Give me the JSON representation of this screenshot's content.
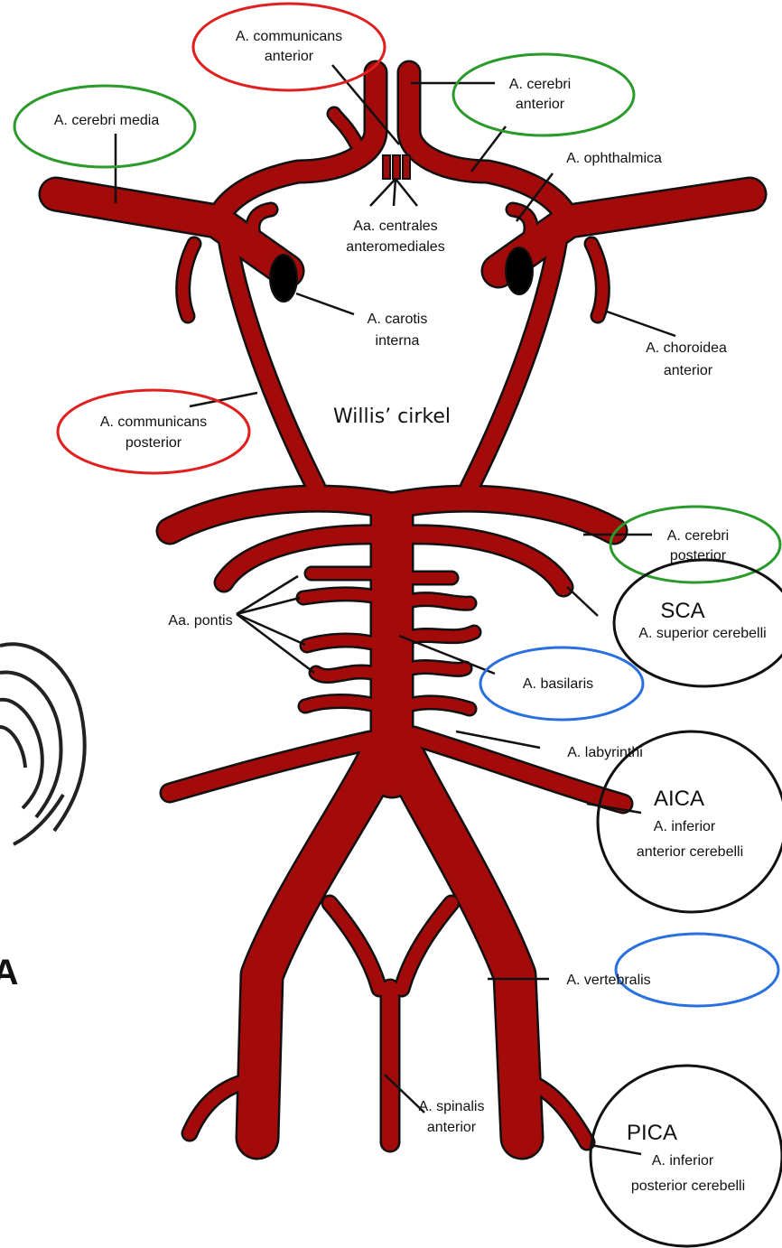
{
  "diagram": {
    "title": "Willis’ cirkel",
    "labels": {
      "comm_ant_1": "A. communicans",
      "comm_ant_2": "anterior",
      "cer_ant_1": "A. cerebri",
      "cer_ant_2": "anterior",
      "cer_media": "A. cerebri media",
      "ophthalmica": "A. ophthalmica",
      "centrales_1": "Aa. centrales",
      "centrales_2": "anteromediales",
      "carotis_1": "A. carotis",
      "carotis_2": "interna",
      "choroidea_1": "A. choroidea",
      "choroidea_2": "anterior",
      "comm_post_1": "A. communicans",
      "comm_post_2": "posterior",
      "cer_post_1": "A. cerebri",
      "cer_post_2": "posterior",
      "sca_abbr": "SCA",
      "sca_full": "A. superior cerebelli",
      "pontis": "Aa. pontis",
      "basilaris": "A. basilaris",
      "labyrinthi": "A. labyrinthi",
      "aica_abbr": "AICA",
      "aica_1": "A. inferior",
      "aica_2": "anterior cerebelli",
      "vertebralis": "A. vertebralis",
      "spinalis_1": "A. spinalis",
      "spinalis_2": "anterior",
      "pica_abbr": "PICA",
      "pica_1": "A. inferior",
      "pica_2": "posterior cerebelli",
      "partial_letter": "A"
    },
    "colors": {
      "vessel": "#a30a0a",
      "outline": "#111111",
      "ring_red": "#e02020",
      "ring_green": "#2a9a2a",
      "ring_blue": "#2a6fe0",
      "ring_black": "#111111"
    }
  }
}
